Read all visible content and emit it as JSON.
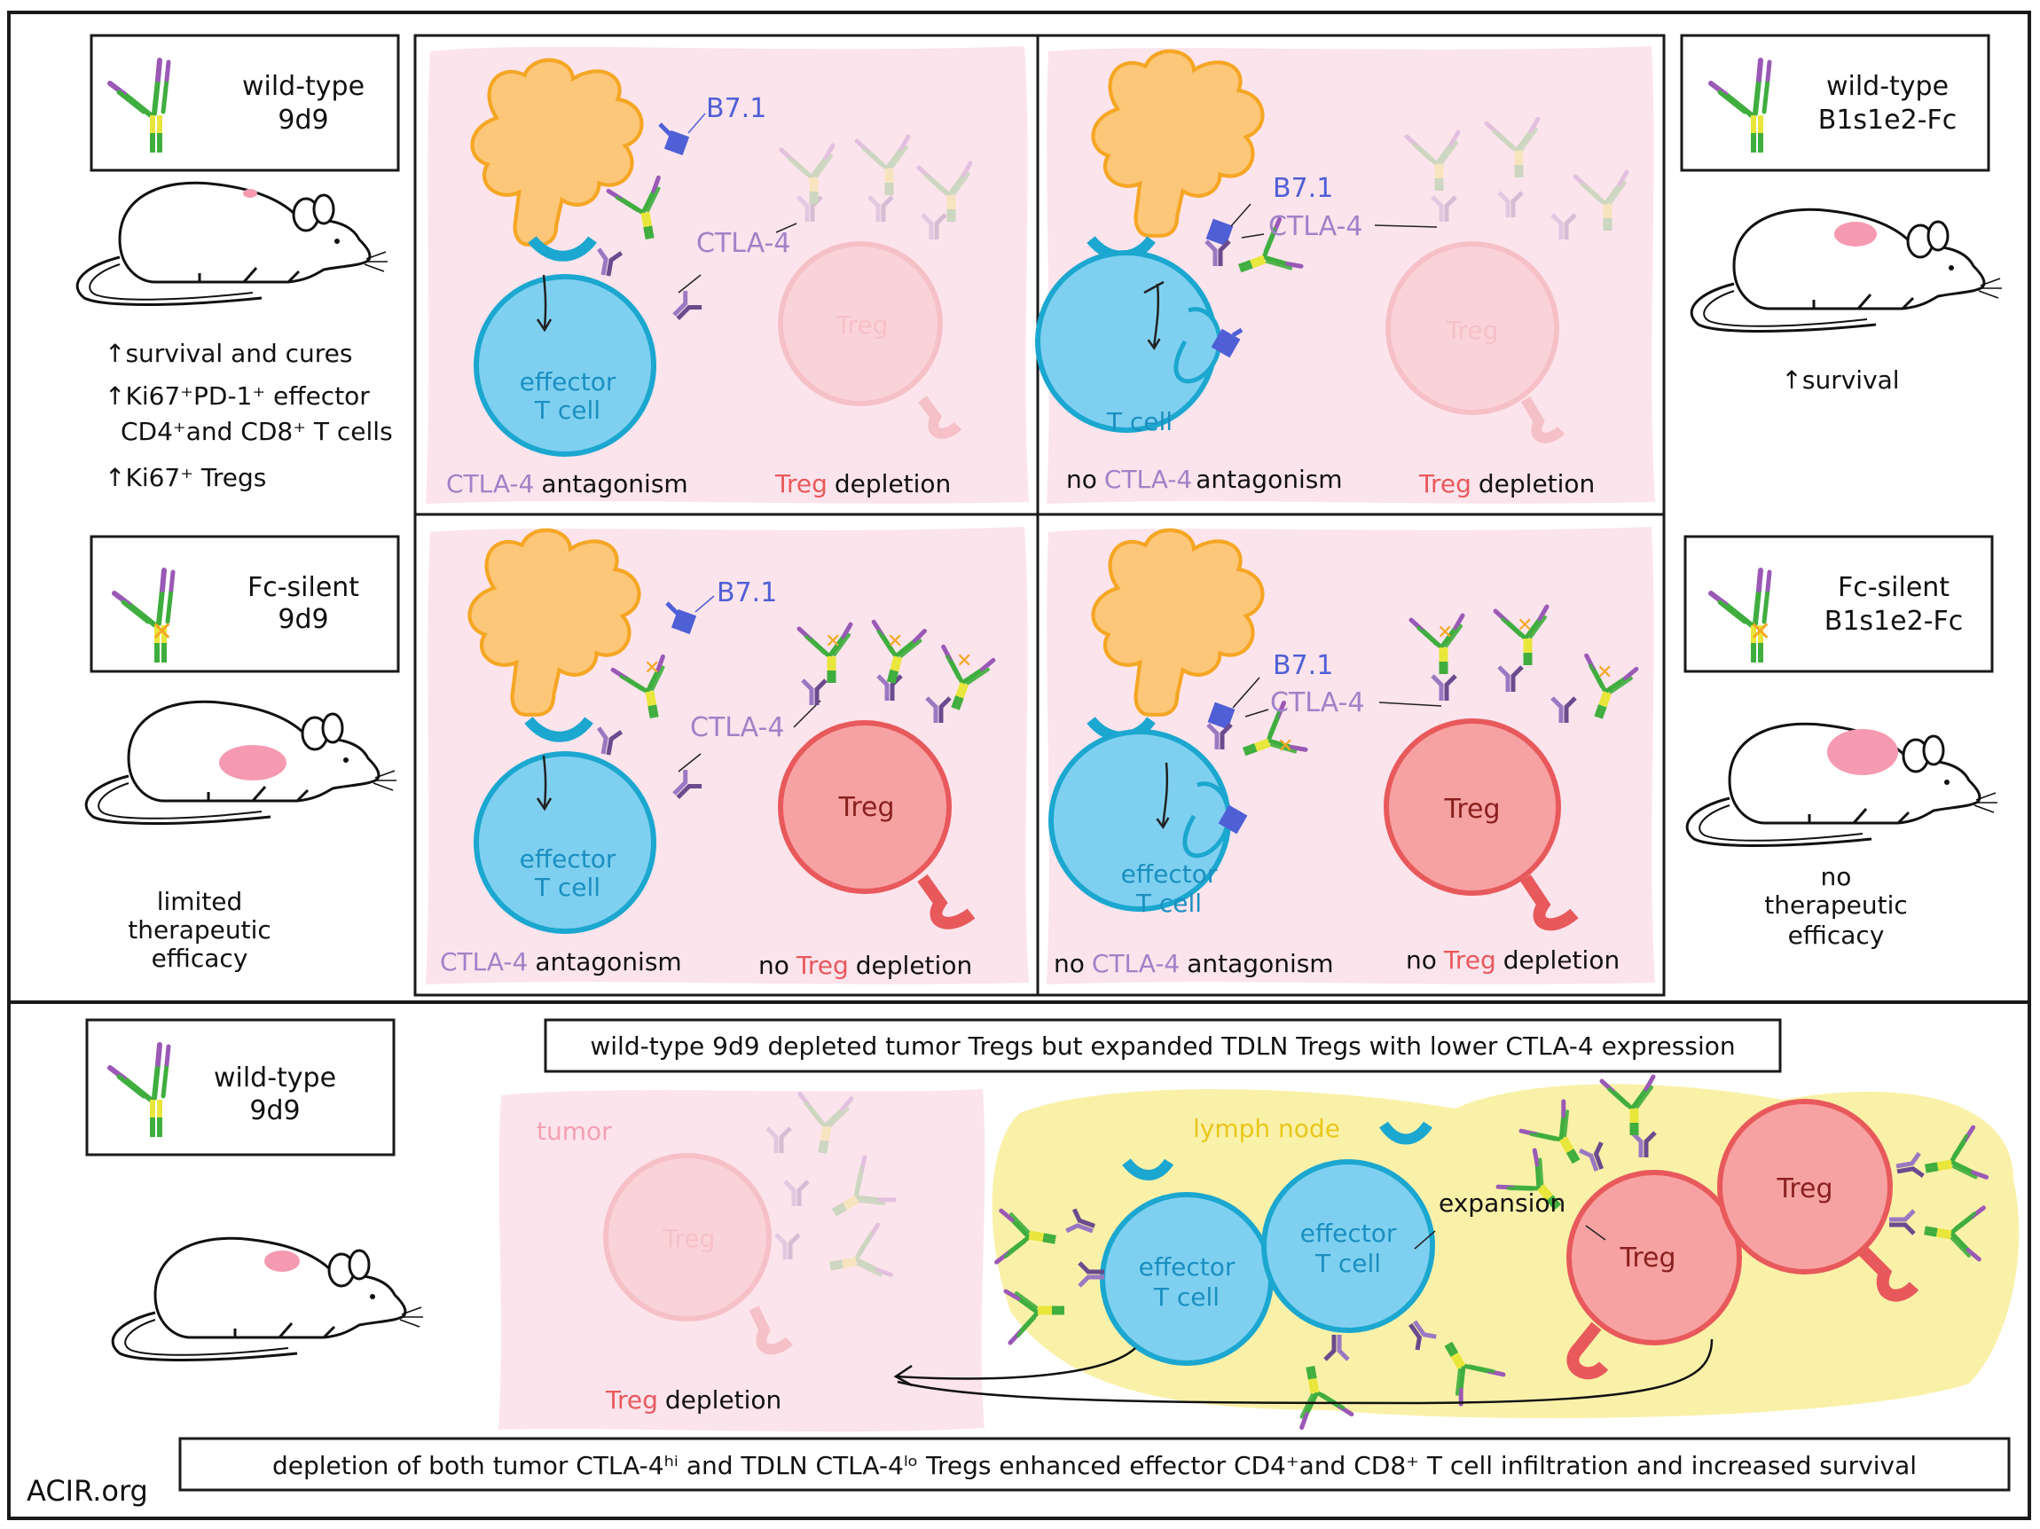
{
  "colors": {
    "frame": "#1a1a1a",
    "pink_bg": "#fce4ec",
    "yellow_bg": "#faf1a9",
    "effector": "#7fd0f0",
    "effector_stroke": "#1ba7cf",
    "treg": "#f7a2a2",
    "treg_stroke": "#e8595c",
    "apc": "#fdc77a",
    "apc_stroke": "#f5a623",
    "ctla4": "#9b78c2",
    "b71": "#4f5fd6",
    "ab_green": "#3fae3f",
    "ab_purple": "#9b59b6",
    "ab_yellow": "#e9e63b",
    "treg_text": "#e8595c",
    "ctla4_text": "#a082c8",
    "lymph_text": "#e9c61a",
    "tumor_text": "#f3a0b3",
    "mouse_tumor": "#f59ab0"
  },
  "icons": [
    "antibody-icon",
    "mouse-icon",
    "fc-silent-x-icon",
    "inhibition-icon"
  ],
  "left_panel": {
    "wt": {
      "box_label": [
        "wild-type",
        "9d9"
      ],
      "outcomes": [
        "↑survival and cures",
        "↑Ki67⁺PD-1⁺ effector",
        "CD4⁺and CD8⁺ T cells",
        "↑Ki67⁺ Tregs"
      ]
    },
    "fc": {
      "box_label": [
        "Fc-silent",
        "9d9"
      ],
      "outcomes": [
        "limited",
        "therapeutic",
        "efficacy"
      ]
    }
  },
  "right_panel": {
    "wt": {
      "box_label": [
        "wild-type",
        "B1s1e2-Fc"
      ],
      "outcome": "↑survival"
    },
    "fc": {
      "box_label": [
        "Fc-silent",
        "B1s1e2-Fc"
      ],
      "outcomes": [
        "no",
        "therapeutic",
        "efficacy"
      ]
    }
  },
  "panels": {
    "b71": "B7.1",
    "ctla4": "CTLA-4",
    "treg": "Treg",
    "effector_l1": "effector",
    "effector_l2": "T cell",
    "tcell": "T cell",
    "no": "no",
    "antagonism": "antagonism",
    "depletion": "depletion"
  },
  "bottom": {
    "box_label": [
      "wild-type",
      "9d9"
    ],
    "headline": "wild-type 9d9 depleted tumor Tregs but expanded TDLN Tregs with lower CTLA-4 expression",
    "tumor_label": "tumor",
    "lymph_label": "lymph node",
    "treg_depletion_treg": "Treg",
    "treg_depletion_word": "depletion",
    "expansion": "expansion",
    "effector_l1": "effector",
    "effector_l2": "T cell",
    "treg": "Treg",
    "footer": "depletion of both tumor CTLA-4ʰⁱ and TDLN CTLA-4ˡᵒ Tregs enhanced effector CD4⁺and CD8⁺ T cell infiltration and increased survival",
    "brand": "ACIR.org"
  }
}
